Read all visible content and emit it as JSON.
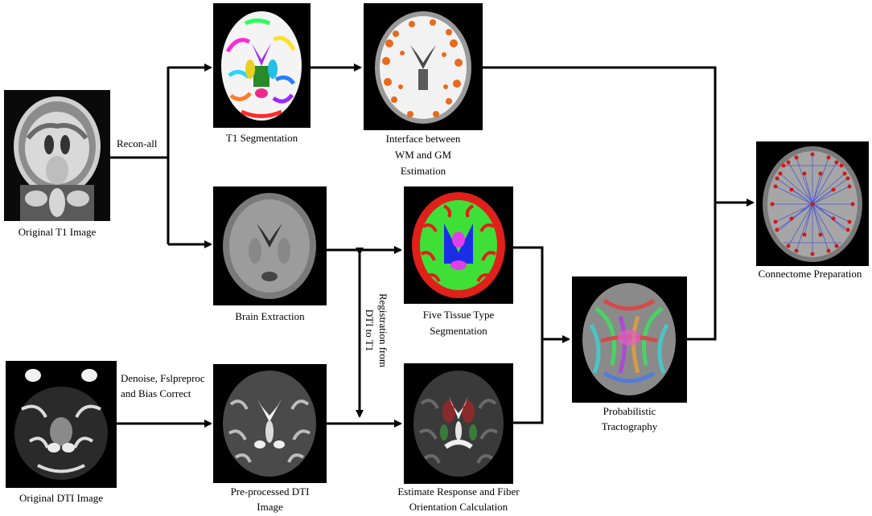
{
  "panels": {
    "original_t1": {
      "caption": "Original T1 Image"
    },
    "t1_segmentation": {
      "caption": "T1 Segmentation"
    },
    "wm_gm_interface": {
      "caption_lines": [
        "Interface between",
        "WM and GM",
        "Estimation"
      ]
    },
    "brain_extraction": {
      "caption": "Brain Extraction"
    },
    "five_tissue": {
      "caption_lines": [
        "Five Tissue Type",
        "Segmentation"
      ]
    },
    "original_dti": {
      "caption": "Original DTI Image"
    },
    "preprocessed_dti": {
      "caption_lines": [
        "Pre-processed DTI",
        "Image"
      ]
    },
    "fiber_orientation": {
      "caption_lines": [
        "Estimate Response and Fiber",
        "Orientation Calculation"
      ]
    },
    "tractography": {
      "caption_lines": [
        "Probabilistic",
        "Tractography"
      ]
    },
    "connectome": {
      "caption": "Connectome Preparation"
    }
  },
  "edge_labels": {
    "recon_all": "Recon-all",
    "denoise_lines": [
      "Denoise, Fslpreproc",
      "and Bias Correct"
    ],
    "registration_lines": [
      "Registration from",
      "DTI to T1"
    ]
  },
  "colors": {
    "arrow": "#000000",
    "segmentation_red": "#e0201a",
    "segmentation_green": "#3ee038",
    "segmentation_blue": "#1a2ee6",
    "segmentation_magenta": "#e040e8",
    "connectome_node": "#d01818",
    "connectome_edge": "#3a48d8"
  }
}
